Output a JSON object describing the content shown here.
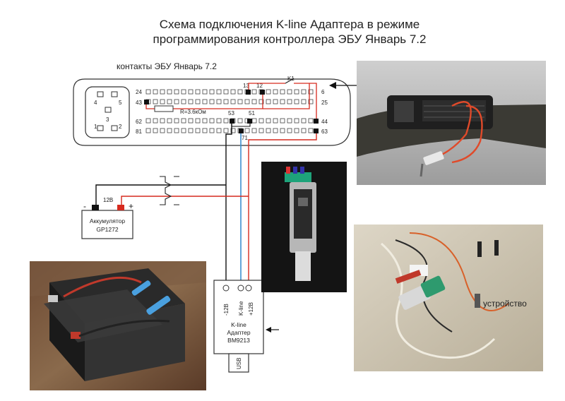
{
  "title": {
    "line1": "Схема подключения K-line Адаптера в режиме",
    "line2": "программирования контроллера ЭБУ Январь 7.2"
  },
  "ecu": {
    "label": "контакты ЭБУ Январь 7.2",
    "plug_numbers": [
      "4",
      "5",
      "3",
      "1",
      "2"
    ],
    "pins": [
      "24",
      "43",
      "62",
      "81",
      "13",
      "12",
      "6",
      "25",
      "53",
      "51",
      "44",
      "63",
      "71"
    ],
    "switch_label": "K1",
    "resistor_label": "R=3.6кОм"
  },
  "battery": {
    "label_line1": "Аккумулятор",
    "label_line2": "GP1272",
    "voltage": "12В",
    "minus": "-",
    "plus": "+"
  },
  "adapter": {
    "terminals": [
      "-12В",
      "K-line",
      "+12В"
    ],
    "label_line1": "K-line",
    "label_line2": "Адаптер",
    "label_line3": "BM9213",
    "usb": "USB"
  },
  "photo_device_caption": "устройство",
  "colors": {
    "red_wire": "#d62a1e",
    "blue_wire": "#3d8fd1",
    "black_wire": "#111111"
  }
}
